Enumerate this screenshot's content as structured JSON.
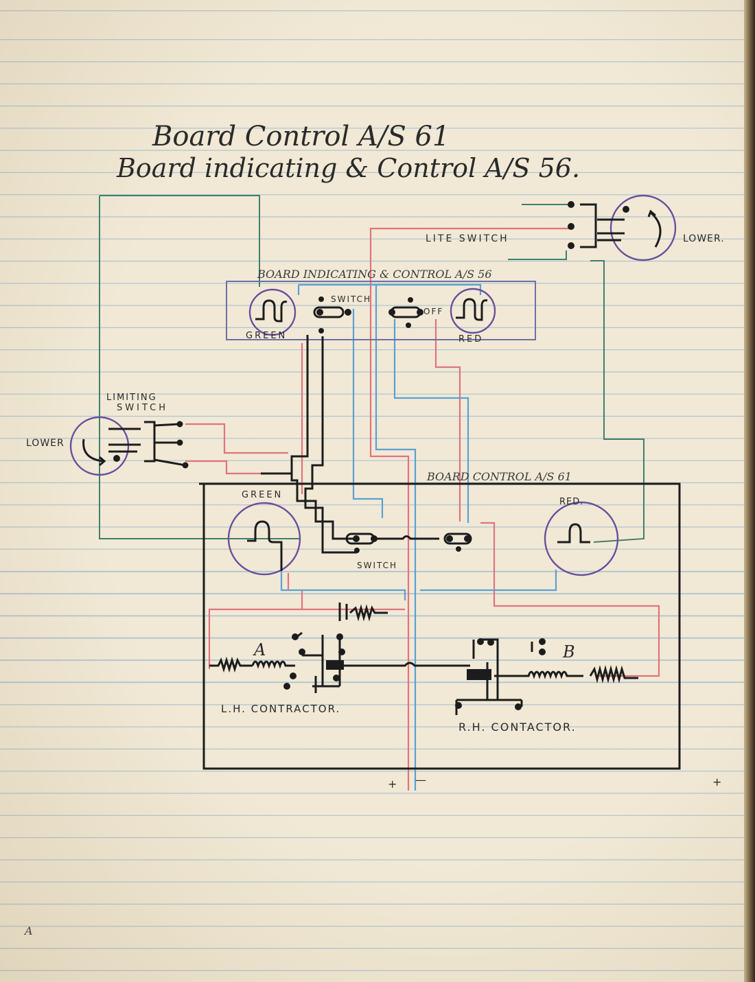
{
  "title": {
    "line1": "Board Control A/S 61",
    "line2": "Board indicating & Control A/S 56."
  },
  "upper_board": {
    "label": "BOARD INDICATING & CONTROL A/S 56",
    "green_label": "GREEN",
    "red_label": "RED",
    "switch_label": "SWITCH",
    "off_label": "OFF"
  },
  "lite_switch": {
    "label": "LITE SWITCH",
    "lower_label": "LOWER."
  },
  "limiting_switch": {
    "label_line1": "LIMITING",
    "label_line2": "SWITCH",
    "lower_label": "LOWER"
  },
  "lower_board": {
    "label": "BOARD CONTROL A/S 61",
    "green_label": "GREEN",
    "red_label": "RED.",
    "switch_label": "SWITCH"
  },
  "contactors": {
    "a_label": "A",
    "b_label": "B",
    "lh_label": "L.H. CONTRACTOR.",
    "rh_label": "R.H. CONTACTOR."
  },
  "terminals": {
    "plus_a": "+",
    "minus": "—",
    "plus_b": "+"
  },
  "corner_mark": "A",
  "wire_colors": {
    "ink": "#1c1c1c",
    "red": "#e0737c",
    "blue": "#5aa0d2",
    "green": "#3f7f6c",
    "purple": "#6a4f9c"
  }
}
